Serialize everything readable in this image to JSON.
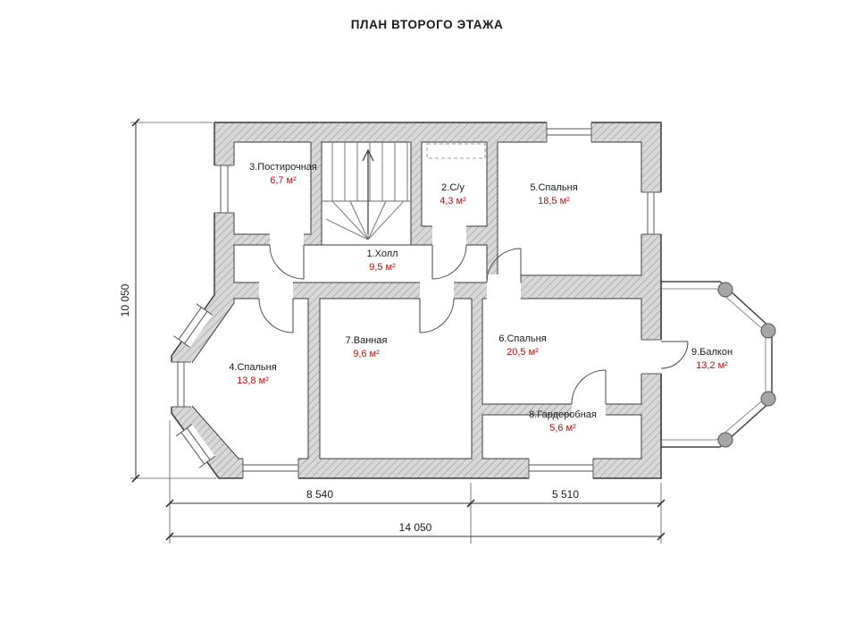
{
  "title": "ПЛАН ВТОРОГО ЭТАЖА",
  "rooms": [
    {
      "name": "1.Холл",
      "area": "9,5 м²"
    },
    {
      "name": "2.С/у",
      "area": "4,3 м²"
    },
    {
      "name": "3.Постирочная",
      "area": "6,7 м²"
    },
    {
      "name": "4.Спальня",
      "area": "13,8 м²"
    },
    {
      "name": "5.Спальня",
      "area": "18,5 м²"
    },
    {
      "name": "6.Спальня",
      "area": "20,5 м²"
    },
    {
      "name": "7.Ванная",
      "area": "9,6 м²"
    },
    {
      "name": "8.Гардеробная",
      "area": "5,6 м²"
    },
    {
      "name": "9.Балкон",
      "area": "13,2 м²"
    }
  ],
  "dimensions": {
    "left_height": "10 050",
    "bottom_left": "8 540",
    "bottom_right": "5 510",
    "bottom_total": "14 050"
  },
  "colors": {
    "wall_hatch_bg": "#d8d8d8",
    "wall_hatch_line": "#909090",
    "outline": "#3a3a3a",
    "room_name": "#1a1a1a",
    "room_area": "#b01010",
    "column_fill": "#a6a6a6"
  }
}
